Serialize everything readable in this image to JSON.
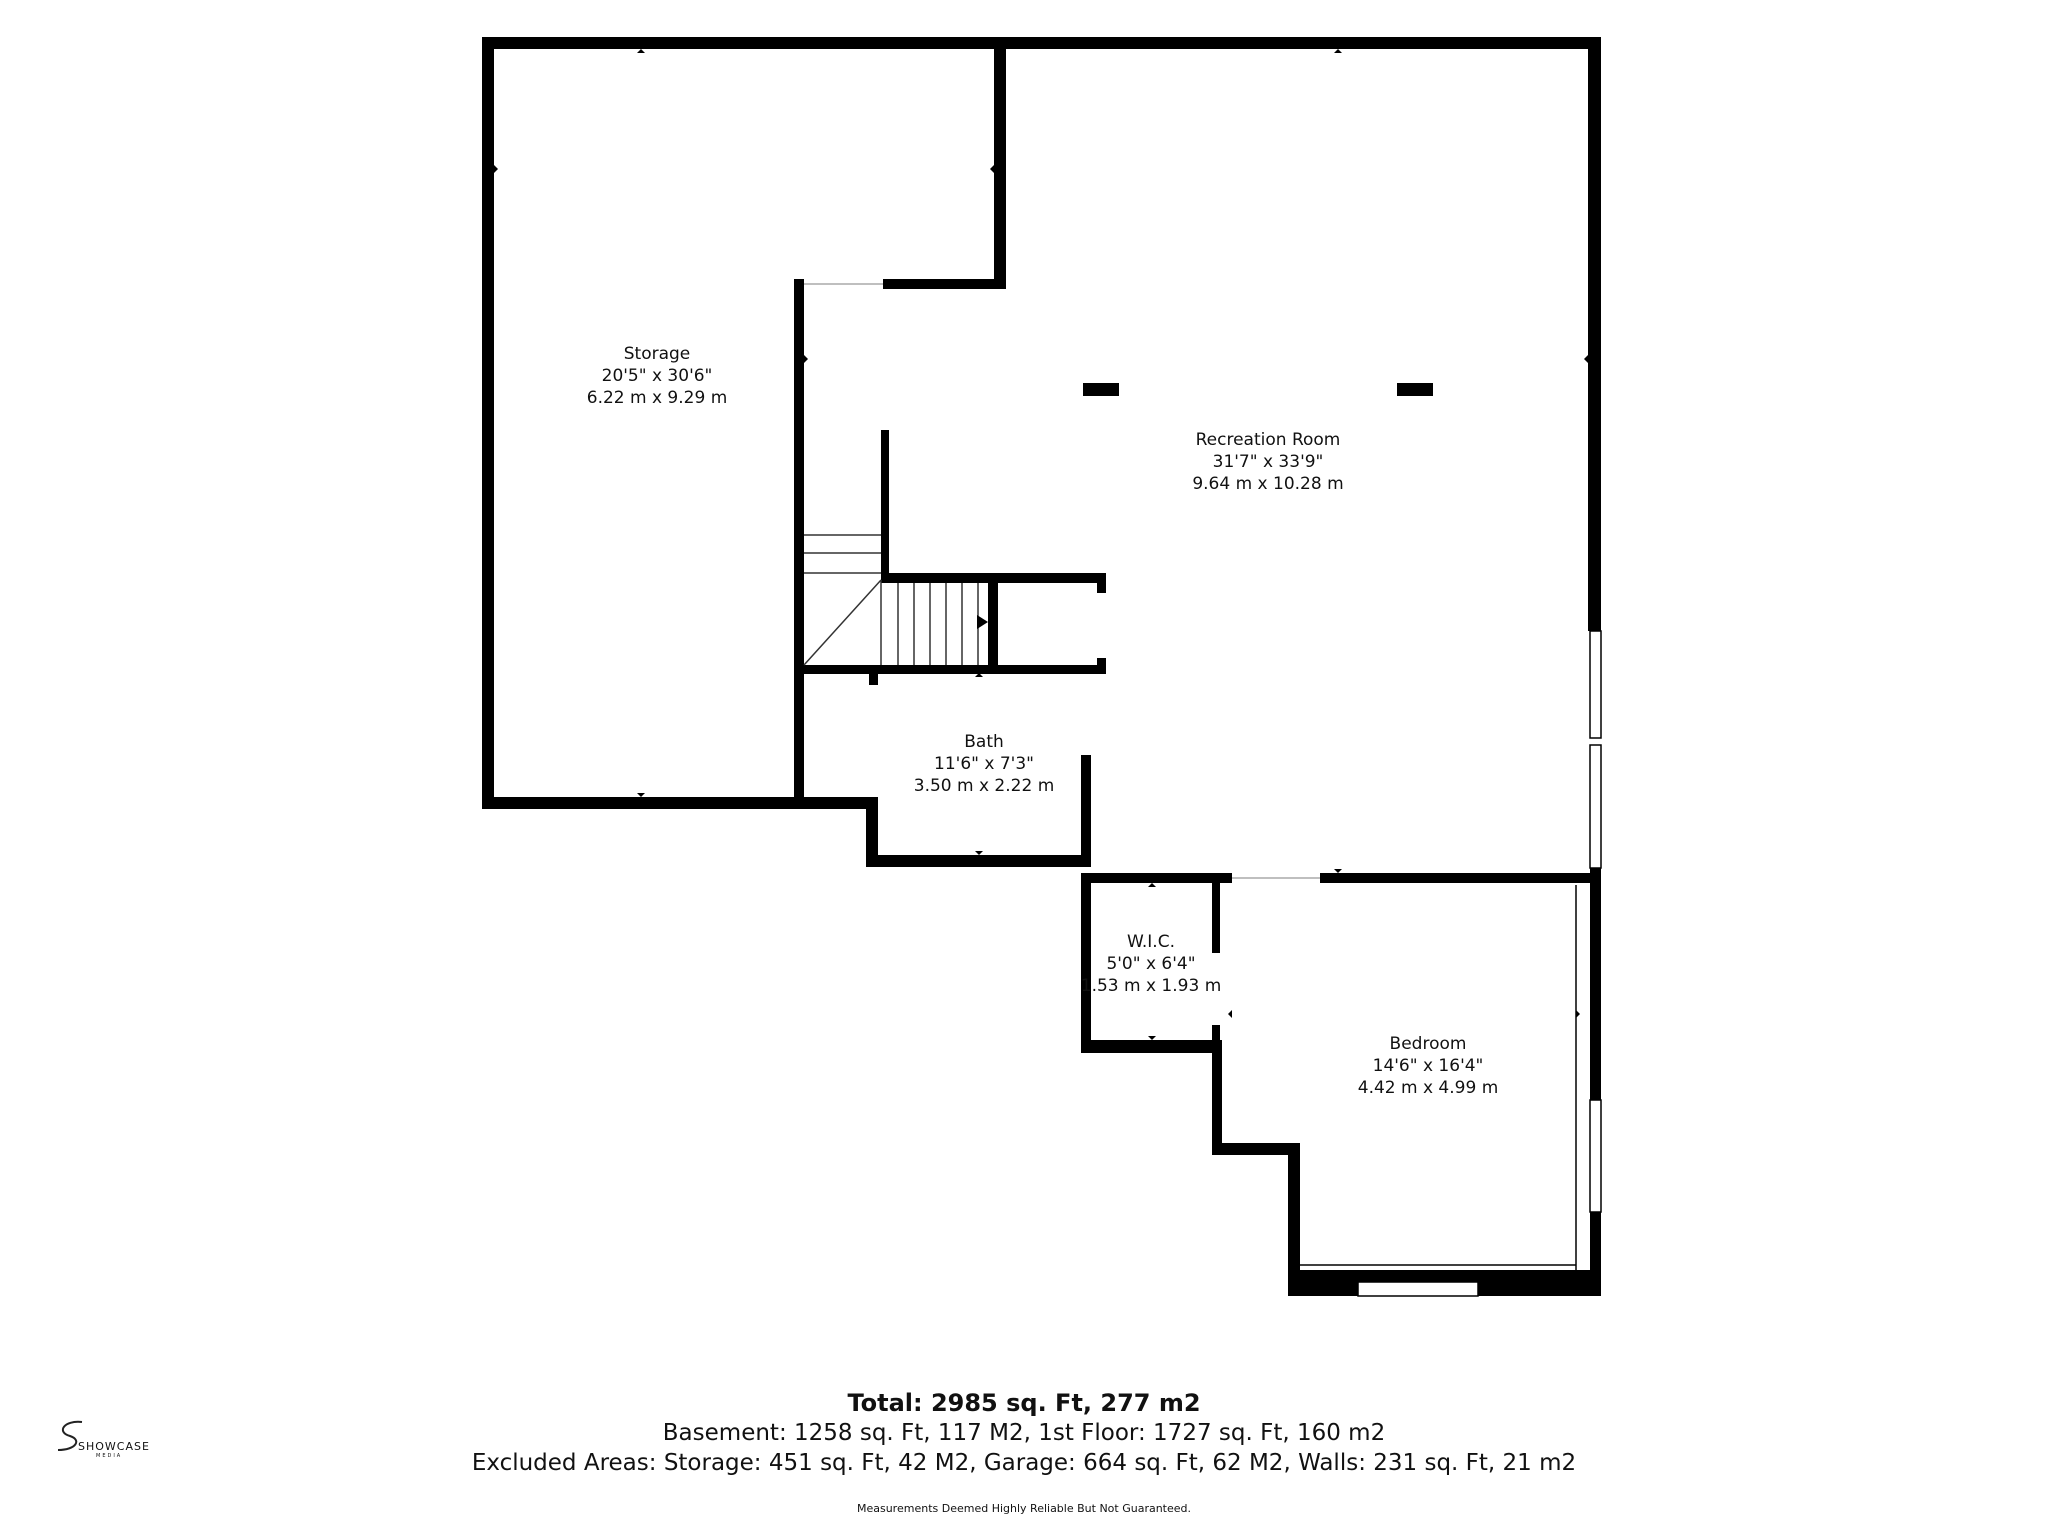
{
  "rooms": [
    {
      "name": "Storage",
      "imperial": "20'5\" x 30'6\"",
      "metric": "6.22 m x 9.29 m"
    },
    {
      "name": "Recreation Room",
      "imperial": "31'7\" x 33'9\"",
      "metric": "9.64 m x 10.28 m"
    },
    {
      "name": "Bath",
      "imperial": "11'6\" x 7'3\"",
      "metric": "3.50 m x 2.22 m"
    },
    {
      "name": "W.I.C.",
      "imperial": "5'0\" x 6'4\"",
      "metric": "1.53 m x 1.93 m"
    },
    {
      "name": "Bedroom",
      "imperial": "14'6\" x 16'4\"",
      "metric": "4.42 m x 4.99 m"
    }
  ],
  "summary": {
    "total": "Total: 2985 sq. Ft, 277 m2",
    "line1": "Basement: 1258 sq. Ft, 117 M2, 1st Floor: 1727 sq. Ft, 160 m2",
    "line2": "Excluded Areas: Storage: 451 sq. Ft, 42 M2, Garage: 664 sq. Ft, 62 M2, Walls: 231 sq. Ft, 21 m2"
  },
  "disclaimer": "Measurements Deemed Highly Reliable But Not Guaranteed.",
  "logo": {
    "brand": "SHOWCASE",
    "sub": "MEDIA"
  }
}
